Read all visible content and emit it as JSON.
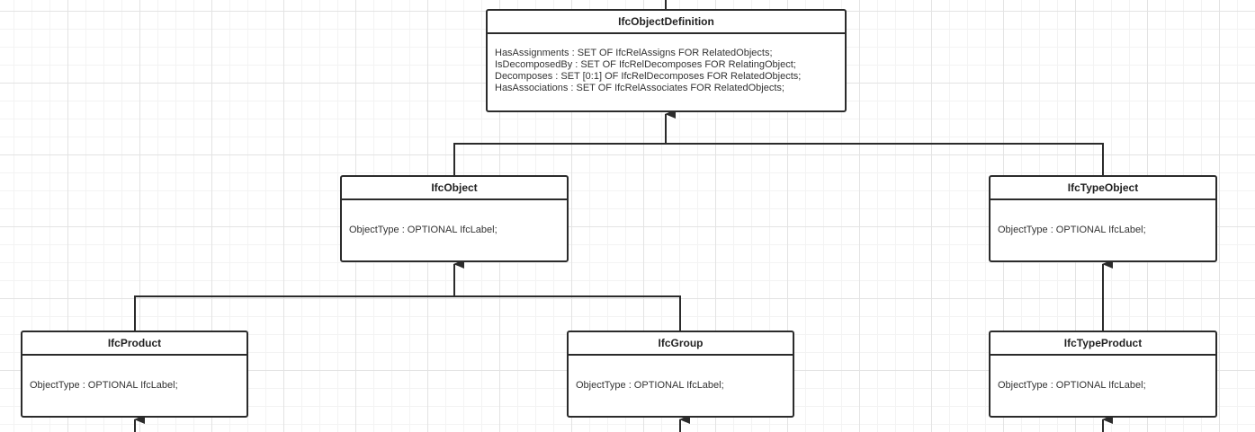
{
  "diagram": {
    "classes": {
      "ifc_object_definition": {
        "name": "IfcObjectDefinition",
        "attributes": [
          "HasAssignments : SET OF IfcRelAssigns FOR RelatedObjects;",
          "IsDecomposedBy : SET OF IfcRelDecomposes FOR RelatingObject;",
          "Decomposes : SET [0:1] OF IfcRelDecomposes FOR RelatedObjects;",
          "HasAssociations : SET OF IfcRelAssociates FOR RelatedObjects;"
        ]
      },
      "ifc_object": {
        "name": "IfcObject",
        "attributes": [
          "ObjectType : OPTIONAL IfcLabel;"
        ]
      },
      "ifc_type_object": {
        "name": "IfcTypeObject",
        "attributes": [
          "ObjectType : OPTIONAL IfcLabel;"
        ]
      },
      "ifc_product": {
        "name": "IfcProduct",
        "attributes": [
          "ObjectType : OPTIONAL IfcLabel;"
        ]
      },
      "ifc_group": {
        "name": "IfcGroup",
        "attributes": [
          "ObjectType : OPTIONAL IfcLabel;"
        ]
      },
      "ifc_type_product": {
        "name": "IfcTypeProduct",
        "attributes": [
          "ObjectType : OPTIONAL IfcLabel;"
        ]
      }
    },
    "relations": [
      {
        "type": "inheritance",
        "child": "ifc_object",
        "parent": "ifc_object_definition"
      },
      {
        "type": "inheritance",
        "child": "ifc_type_object",
        "parent": "ifc_object_definition"
      },
      {
        "type": "inheritance",
        "child": "ifc_product",
        "parent": "ifc_object"
      },
      {
        "type": "inheritance",
        "child": "ifc_group",
        "parent": "ifc_object"
      },
      {
        "type": "inheritance",
        "child": "ifc_type_product",
        "parent": "ifc_type_object"
      }
    ],
    "colors": {
      "line": "#2b2b2b",
      "grid": "#e3e3e3",
      "text": "#333333"
    }
  }
}
